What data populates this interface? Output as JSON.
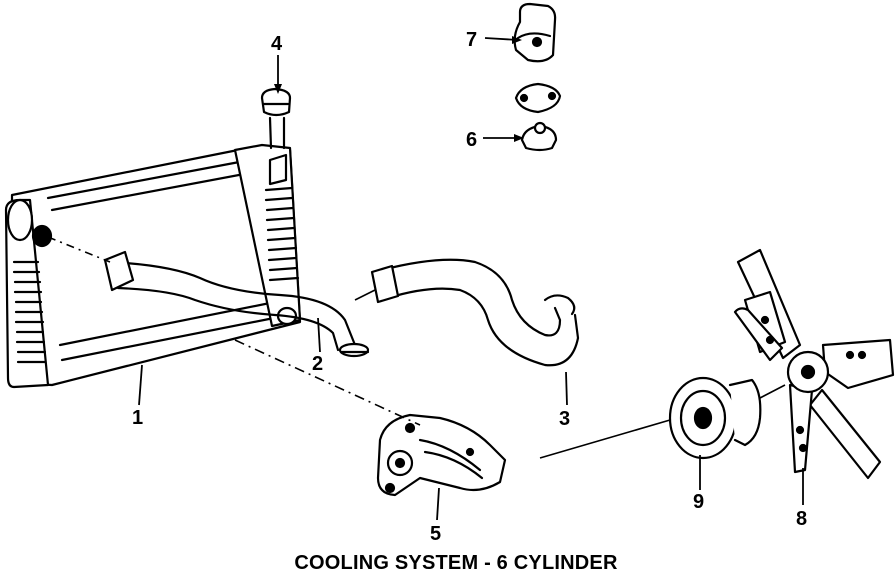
{
  "caption": "COOLING SYSTEM - 6 CYLINDER",
  "callouts": [
    {
      "id": "1",
      "label": "1"
    },
    {
      "id": "2",
      "label": "2"
    },
    {
      "id": "3",
      "label": "3"
    },
    {
      "id": "4",
      "label": "4"
    },
    {
      "id": "5",
      "label": "5"
    },
    {
      "id": "6",
      "label": "6"
    },
    {
      "id": "7",
      "label": "7"
    },
    {
      "id": "8",
      "label": "8"
    },
    {
      "id": "9",
      "label": "9"
    }
  ],
  "colors": {
    "ink": "#000000",
    "paper": "#ffffff"
  }
}
